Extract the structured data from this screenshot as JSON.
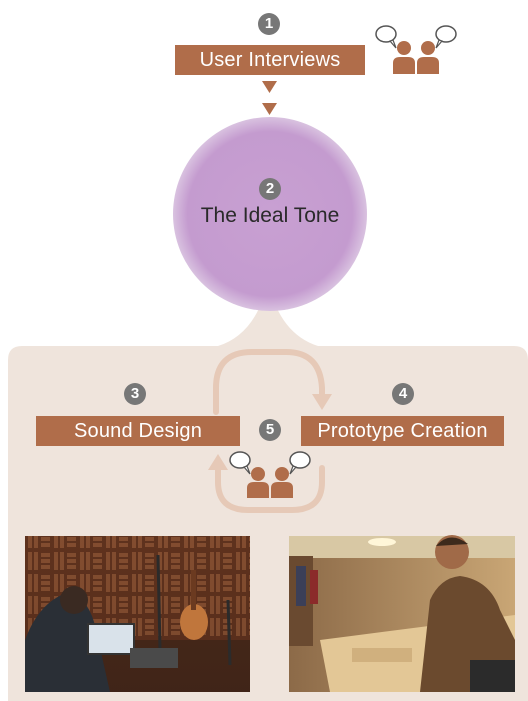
{
  "steps": {
    "s1": {
      "number": "1",
      "label": "User Interviews"
    },
    "s2": {
      "number": "2",
      "label": "The Ideal Tone"
    },
    "s3": {
      "number": "3",
      "label": "Sound Design"
    },
    "s4": {
      "number": "4",
      "label": "Prototype Creation"
    },
    "s5": {
      "number": "5"
    }
  },
  "icons": {
    "interview": "people-with-speech-bubbles-icon",
    "arrow": "down-triangle-arrow-icon",
    "cycle": "circular-arrow-icon"
  },
  "photos": {
    "left": "sound-design-studio-photo",
    "right": "prototype-workshop-photo"
  },
  "colors": {
    "label_bg": "#b06d4a",
    "number_bg": "#777777",
    "circle": "#c79fd0",
    "panel": "#efe4dc",
    "cycle_arrow": "#e6c9b7"
  }
}
